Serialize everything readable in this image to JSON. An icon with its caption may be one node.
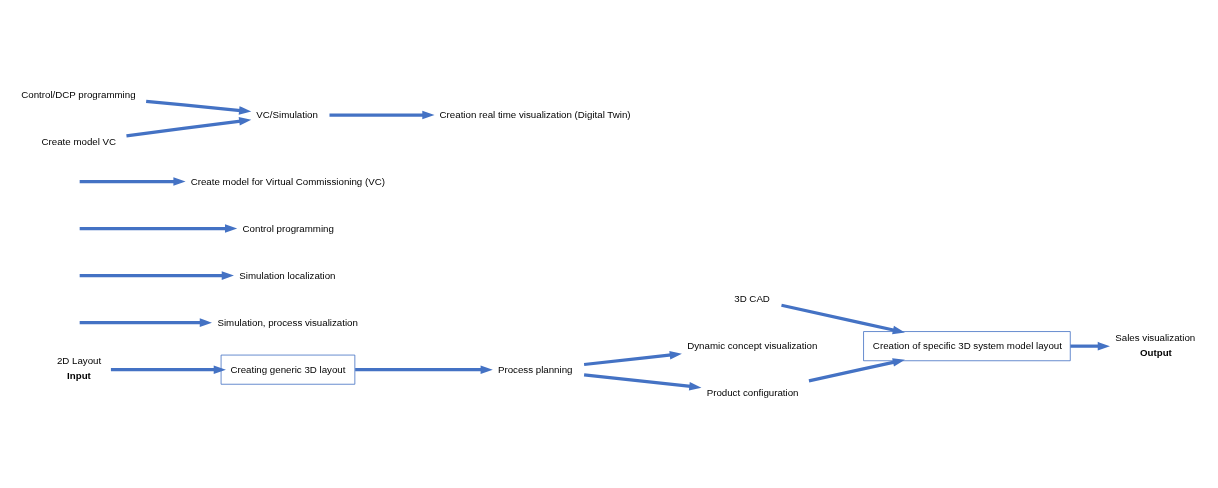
{
  "diagram": {
    "nodes": [
      {
        "text": [
          "Creating generic 3D layout"
        ]
      },
      {
        "text": [
          "2D Layout"
        ],
        "beside": [
          "Input"
        ]
      },
      {
        "text": [
          "Process planning"
        ]
      },
      {
        "text": [
          "Dynamic concept visualization"
        ]
      },
      {
        "text": [
          "Product configuration"
        ]
      },
      {
        "text": [
          "3D CAD"
        ]
      },
      {
        "text": [
          "Creation of specific 3D system model layout"
        ]
      },
      {
        "text": [
          "Sales visualization"
        ],
        "beside": [
          "Output"
        ]
      },
      {
        "text": [
          "Simulation, process visualization"
        ]
      },
      {
        "text": [
          "Simulation localization"
        ]
      },
      {
        "text": [
          "Control programming"
        ]
      },
      {
        "text": [
          "Create model for Virtual Commissioning (VC)"
        ]
      },
      {
        "text": [
          "Control/DCP programming"
        ]
      },
      {
        "text": [
          "Create model VC"
        ]
      },
      {
        "text": [
          "VC/Simulation"
        ]
      },
      {
        "text": [
          "Creation real time visualization (Digital Twin)"
        ]
      }
    ],
    "edges": [
      {
        "from": 1,
        "to": 0,
        "arrow": "to"
      },
      {
        "from": 0,
        "to": 2,
        "arrow": "to"
      },
      {
        "from": 2,
        "to": 3,
        "arrow": "to"
      },
      {
        "from": 2,
        "to": 4,
        "arrow": "to"
      },
      {
        "from": 4,
        "to": 6,
        "arrow": "to"
      },
      {
        "from": 5,
        "to": 6,
        "arrow": "to"
      },
      {
        "from": 6,
        "to": 7,
        "arrow": "to"
      },
      {
        "from": null,
        "to": 8,
        "arrow": "to"
      },
      {
        "from": null,
        "to": 9,
        "arrow": "to"
      },
      {
        "from": null,
        "to": 10,
        "arrow": "to"
      },
      {
        "from": null,
        "to": 11,
        "arrow": "to"
      },
      {
        "from": 12,
        "to": 14,
        "arrow": "to"
      },
      {
        "from": 13,
        "to": 14,
        "arrow": "to"
      },
      {
        "from": 14,
        "to": 15,
        "arrow": "to"
      }
    ]
  }
}
